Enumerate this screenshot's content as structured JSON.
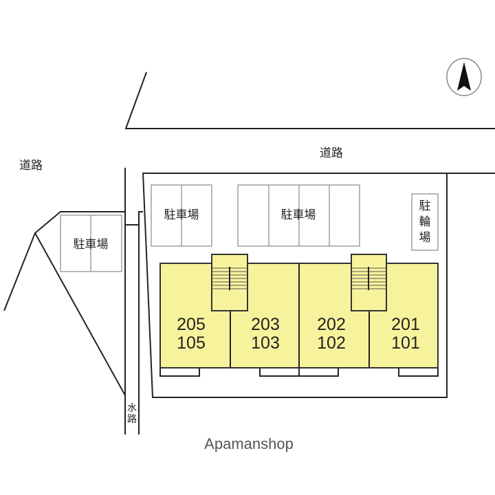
{
  "roads": {
    "top": "道路",
    "left": "道路"
  },
  "waterway": [
    "水",
    "路"
  ],
  "parking": {
    "left": "駐車場",
    "center_left": "駐車場",
    "center_right": "駐車場"
  },
  "bicycle_parking": [
    "駐",
    "輪",
    "場"
  ],
  "units": [
    {
      "upper": "205",
      "lower": "105"
    },
    {
      "upper": "203",
      "lower": "103"
    },
    {
      "upper": "202",
      "lower": "102"
    },
    {
      "upper": "201",
      "lower": "101"
    }
  ],
  "watermark": "Apamanshop",
  "icons": {
    "compass": "north-arrow-icon"
  },
  "colors": {
    "building": "#f7f39c",
    "lines": "#222222"
  }
}
